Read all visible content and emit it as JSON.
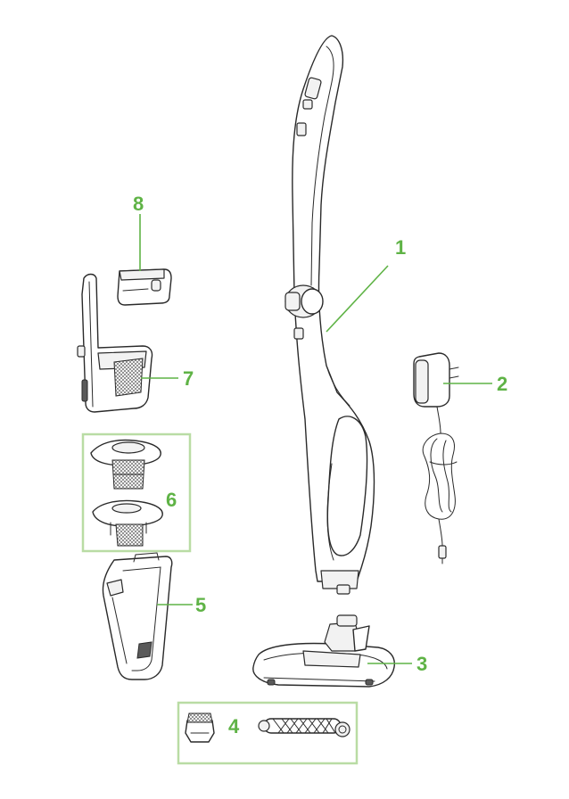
{
  "callouts": [
    {
      "id": "1",
      "label": "1"
    },
    {
      "id": "2",
      "label": "2"
    },
    {
      "id": "3",
      "label": "3"
    },
    {
      "id": "4",
      "label": "4"
    },
    {
      "id": "5",
      "label": "5"
    },
    {
      "id": "6",
      "label": "6"
    },
    {
      "id": "7",
      "label": "7"
    },
    {
      "id": "8",
      "label": "8"
    }
  ],
  "colors": {
    "callout": "#5fb346",
    "group_box": "#b9dca4",
    "line_art": "#2a2a2a"
  }
}
